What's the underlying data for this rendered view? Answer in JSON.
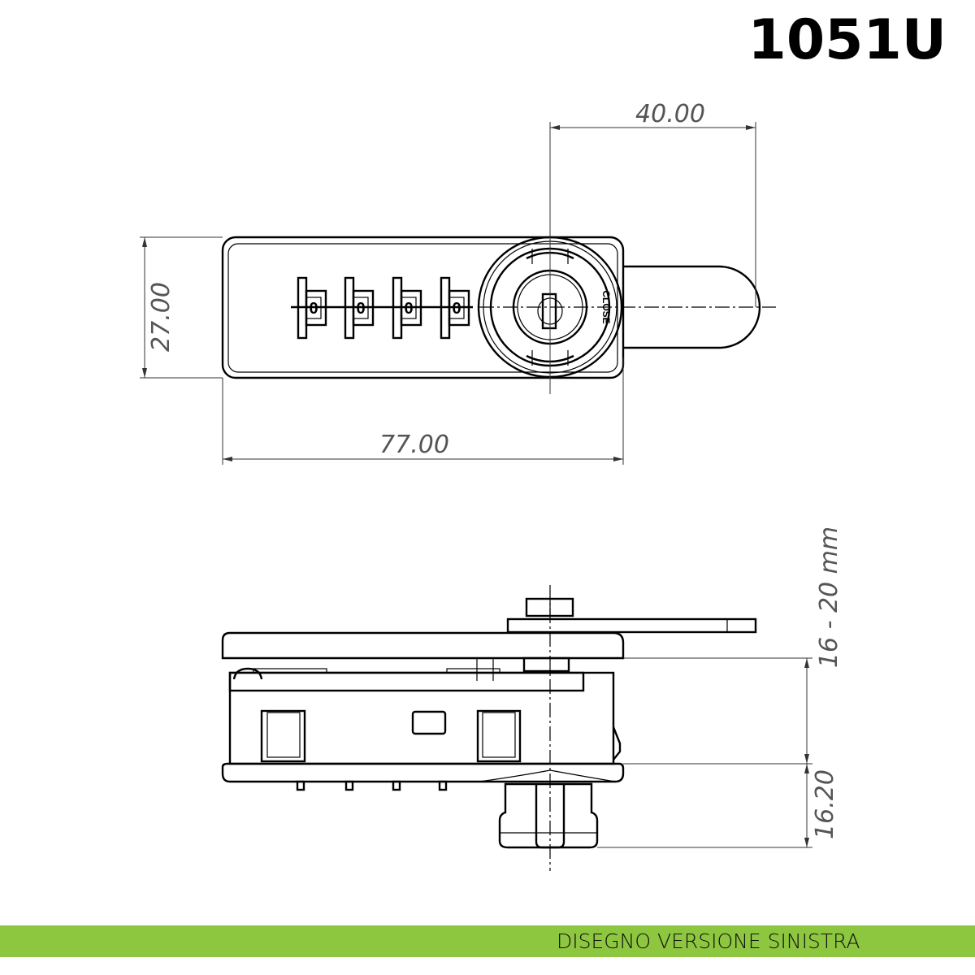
{
  "header": {
    "model_code": "1051U"
  },
  "front_view": {
    "dimensions": {
      "width_label": "77.00",
      "height_label": "27.00",
      "bolt_label": "40.00"
    },
    "wheels": [
      "0",
      "0",
      "0",
      "0"
    ],
    "dial_marking": "CLOSE"
  },
  "side_view": {
    "dimensions": {
      "panel_thickness_label": "16 - 20 mm",
      "cylinder_depth_label": "16.20"
    }
  },
  "footer": {
    "label": "DISEGNO VERSIONE SINISTRA",
    "accent_color": "#8dc63f"
  }
}
